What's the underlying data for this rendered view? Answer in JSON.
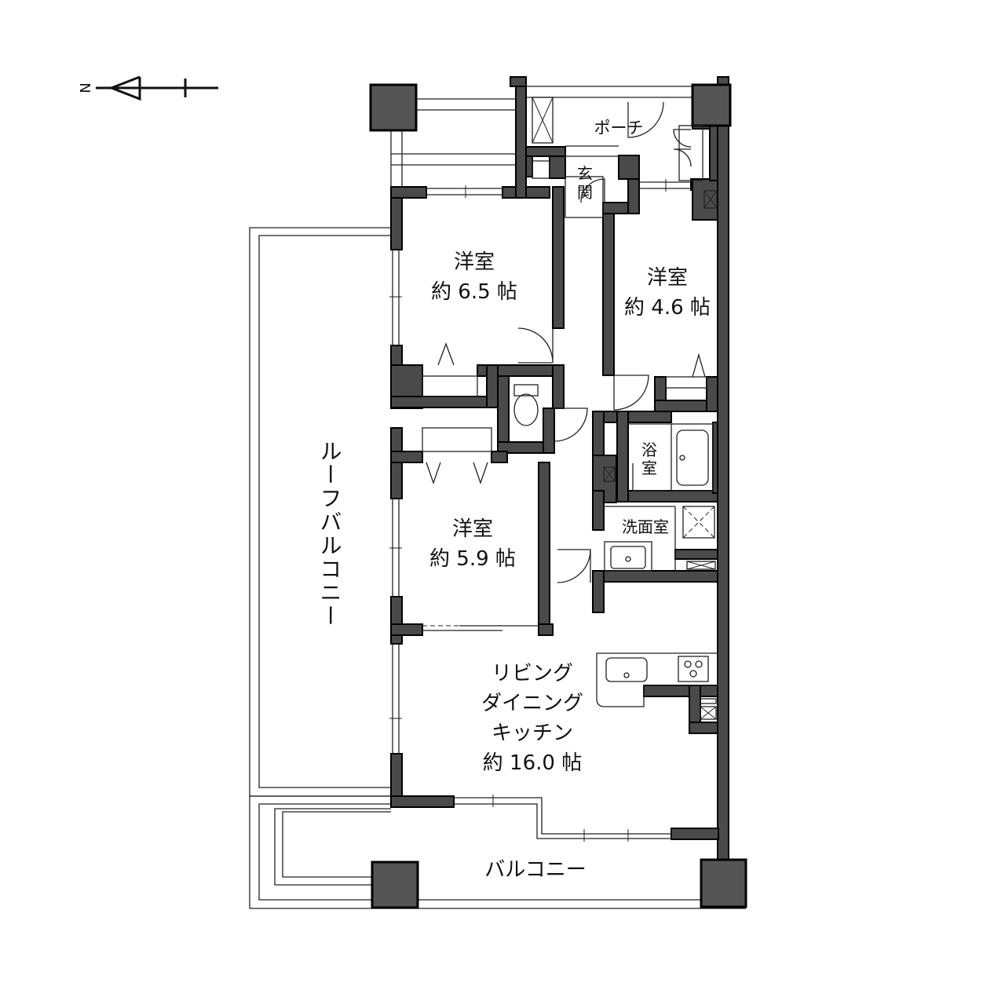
{
  "compass": {
    "north_label": "N"
  },
  "rooms": {
    "western_room_1": {
      "name": "洋室",
      "size": "約 6.5 帖"
    },
    "western_room_2": {
      "name": "洋室",
      "size": "約 4.6 帖"
    },
    "western_room_3": {
      "name": "洋室",
      "size": "約 5.9 帖"
    },
    "ldk": {
      "line1": "リビング",
      "line2": "ダイニング",
      "line3": "キッチン",
      "size": "約 16.0 帖"
    },
    "porch": "ポーチ",
    "entrance": {
      "line1": "玄",
      "line2": "関"
    },
    "bathroom": {
      "line1": "浴",
      "line2": "室"
    },
    "washroom": "洗面室",
    "roof_balcony": "ルーフバルコニー",
    "balcony": "バルコニー"
  },
  "colors": {
    "wall": "#4a4a4a",
    "pillar": "#555555",
    "line": "#222222",
    "background": "#ffffff"
  }
}
